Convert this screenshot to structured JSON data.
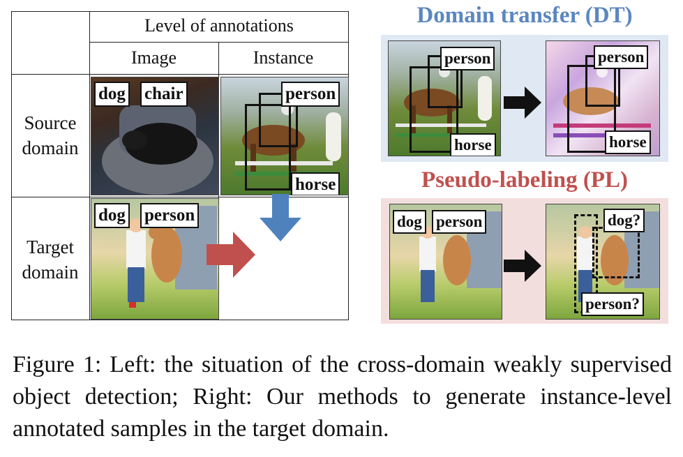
{
  "table": {
    "header_top": "Level of annotations",
    "col_image": "Image",
    "col_instance": "Instance",
    "row_source": "Source domain",
    "row_target": "Target domain"
  },
  "labels": {
    "dog": "dog",
    "chair": "chair",
    "person": "person",
    "horse": "horse",
    "dog_q": "dog?",
    "person_q": "person?"
  },
  "right": {
    "dt_title": "Domain transfer (DT)",
    "pl_title": "Pseudo-labeling (PL)"
  },
  "colors": {
    "dt_title": "#5b87c0",
    "pl_title": "#c0504d",
    "dt_bg": "#dfe8f3",
    "pl_bg": "#f3dede",
    "blue_arrow": "#4f81bd",
    "red_arrow": "#c0504d"
  },
  "caption": "Figure 1: Left: the situation of the cross-domain weakly supervised object detection; Right: Our methods to generate instance-level annotated samples in the target domain."
}
